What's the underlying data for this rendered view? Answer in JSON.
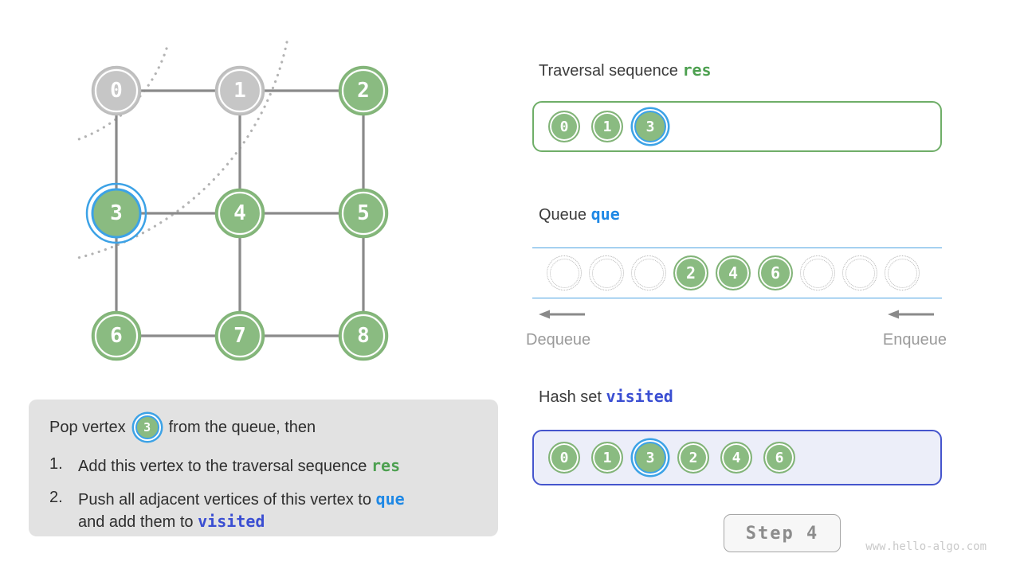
{
  "colors": {
    "green_fill": "#8abb81",
    "green_stroke": "#82b478",
    "gray_fill": "#c6c6c6",
    "gray_stroke": "#bdbdbd",
    "blue_ring": "#3ca2e6",
    "edge_gray": "#8a8a8a",
    "arc_dot_gray": "#b3b3b3",
    "res_green": "#4da050",
    "que_blue": "#1e88e5",
    "visited_indigo": "#3a4ed2",
    "res_box_border": "#6fae68",
    "hash_box_border": "#4555cd",
    "hash_box_bg": "#eceef9",
    "queue_line": "#4da3e2",
    "note_bg": "#e2e2e2",
    "title_text": "#3c3c3c",
    "muted_text": "#9b9b9b"
  },
  "graph": {
    "vertices": [
      {
        "id": "0",
        "row": 0,
        "col": 0,
        "state": "done"
      },
      {
        "id": "1",
        "row": 0,
        "col": 1,
        "state": "done"
      },
      {
        "id": "2",
        "row": 0,
        "col": 2,
        "state": "new"
      },
      {
        "id": "3",
        "row": 1,
        "col": 0,
        "state": "current"
      },
      {
        "id": "4",
        "row": 1,
        "col": 1,
        "state": "new"
      },
      {
        "id": "5",
        "row": 1,
        "col": 2,
        "state": "new"
      },
      {
        "id": "6",
        "row": 2,
        "col": 0,
        "state": "new"
      },
      {
        "id": "7",
        "row": 2,
        "col": 1,
        "state": "new"
      },
      {
        "id": "8",
        "row": 2,
        "col": 2,
        "state": "new"
      }
    ],
    "edges": [
      [
        "0",
        "1"
      ],
      [
        "1",
        "2"
      ],
      [
        "0",
        "3"
      ],
      [
        "1",
        "4"
      ],
      [
        "2",
        "5"
      ],
      [
        "3",
        "4"
      ],
      [
        "4",
        "5"
      ],
      [
        "3",
        "6"
      ],
      [
        "4",
        "7"
      ],
      [
        "5",
        "8"
      ],
      [
        "6",
        "7"
      ],
      [
        "7",
        "8"
      ]
    ]
  },
  "traversal": {
    "title": "Traversal sequence",
    "code": "res",
    "items": [
      {
        "label": "0",
        "active": false
      },
      {
        "label": "1",
        "active": false
      },
      {
        "label": "3",
        "active": true
      }
    ]
  },
  "queue": {
    "title": "Queue",
    "code": "que",
    "slots": [
      "",
      "",
      "",
      "2",
      "4",
      "6",
      "",
      "",
      ""
    ],
    "dequeue_label": "Dequeue",
    "enqueue_label": "Enqueue"
  },
  "hashset": {
    "title": "Hash set",
    "code": "visited",
    "items": [
      {
        "label": "0",
        "active": false
      },
      {
        "label": "1",
        "active": false
      },
      {
        "label": "3",
        "active": true
      },
      {
        "label": "2",
        "active": false
      },
      {
        "label": "4",
        "active": false
      },
      {
        "label": "6",
        "active": false
      }
    ]
  },
  "note": {
    "intro_before": "Pop vertex",
    "intro_vertex": "3",
    "intro_after": "from the queue, then",
    "item1_num": "1.",
    "item1_text": "Add this vertex to the traversal sequence",
    "item1_code": "res",
    "item2_num": "2.",
    "item2_text": "Push all adjacent vertices of this vertex to",
    "item2_code": "que",
    "item2_text2": "and add them to",
    "item2_code2": "visited"
  },
  "footer": {
    "step_label": "Step 4",
    "watermark": "www.hello-algo.com"
  }
}
